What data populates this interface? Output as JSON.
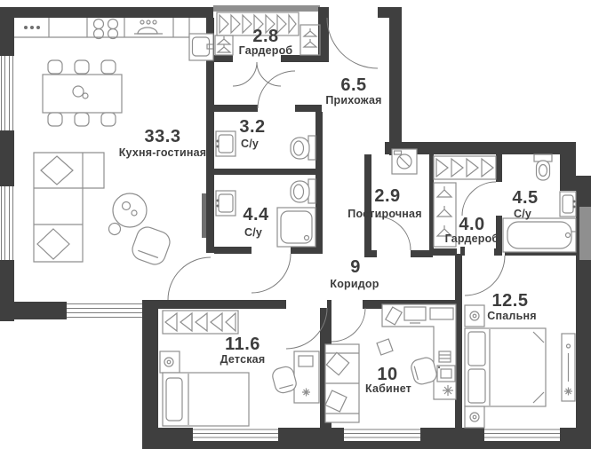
{
  "plan": {
    "type": "apartment-floor-plan",
    "area_units": "m2",
    "rooms": [
      {
        "id": "kitchen-living",
        "area": "33.3",
        "name": "Кухня-гостиная"
      },
      {
        "id": "wardrobe-entry",
        "area": "2.8",
        "name": "Гардероб"
      },
      {
        "id": "hallway",
        "area": "6.5",
        "name": "Прихожая"
      },
      {
        "id": "bathroom-1",
        "area": "3.2",
        "name": "С/у"
      },
      {
        "id": "bathroom-2",
        "area": "4.4",
        "name": "С/у"
      },
      {
        "id": "laundry",
        "area": "2.9",
        "name": "Постирочная"
      },
      {
        "id": "wardrobe-2",
        "area": "4.0",
        "name": "Гардероб"
      },
      {
        "id": "bathroom-3",
        "area": "4.5",
        "name": "С/у"
      },
      {
        "id": "corridor",
        "area": "9",
        "name": "Коридор"
      },
      {
        "id": "bedroom",
        "area": "12.5",
        "name": "Спальня"
      },
      {
        "id": "kids-room",
        "area": "11.6",
        "name": "Детская"
      },
      {
        "id": "office",
        "area": "10",
        "name": "Кабинет"
      }
    ],
    "colors": {
      "wall": "#3f3f3f",
      "shaft": "#8f8f8f",
      "furniture_line": "#8f8f8f",
      "door_arc": "#7d7d7d",
      "text": "#3d3d3d",
      "background": "#ffffff"
    },
    "icons": [
      "stove-icon",
      "dish-rack-icon",
      "kitchen-sink-icon",
      "dining-table-icon",
      "chair-icon",
      "sofa-icon",
      "coffee-table-icon",
      "armchair-icon",
      "tv-icon",
      "hanger-icon",
      "sliding-door-icon",
      "washbasin-icon",
      "toilet-icon",
      "shower-icon",
      "bathtub-icon",
      "washing-machine-icon",
      "bed-double-icon",
      "bed-single-icon",
      "nightstand-icon",
      "dresser-icon",
      "desk-icon",
      "office-chair-icon",
      "books-icon",
      "plant-icon"
    ]
  }
}
